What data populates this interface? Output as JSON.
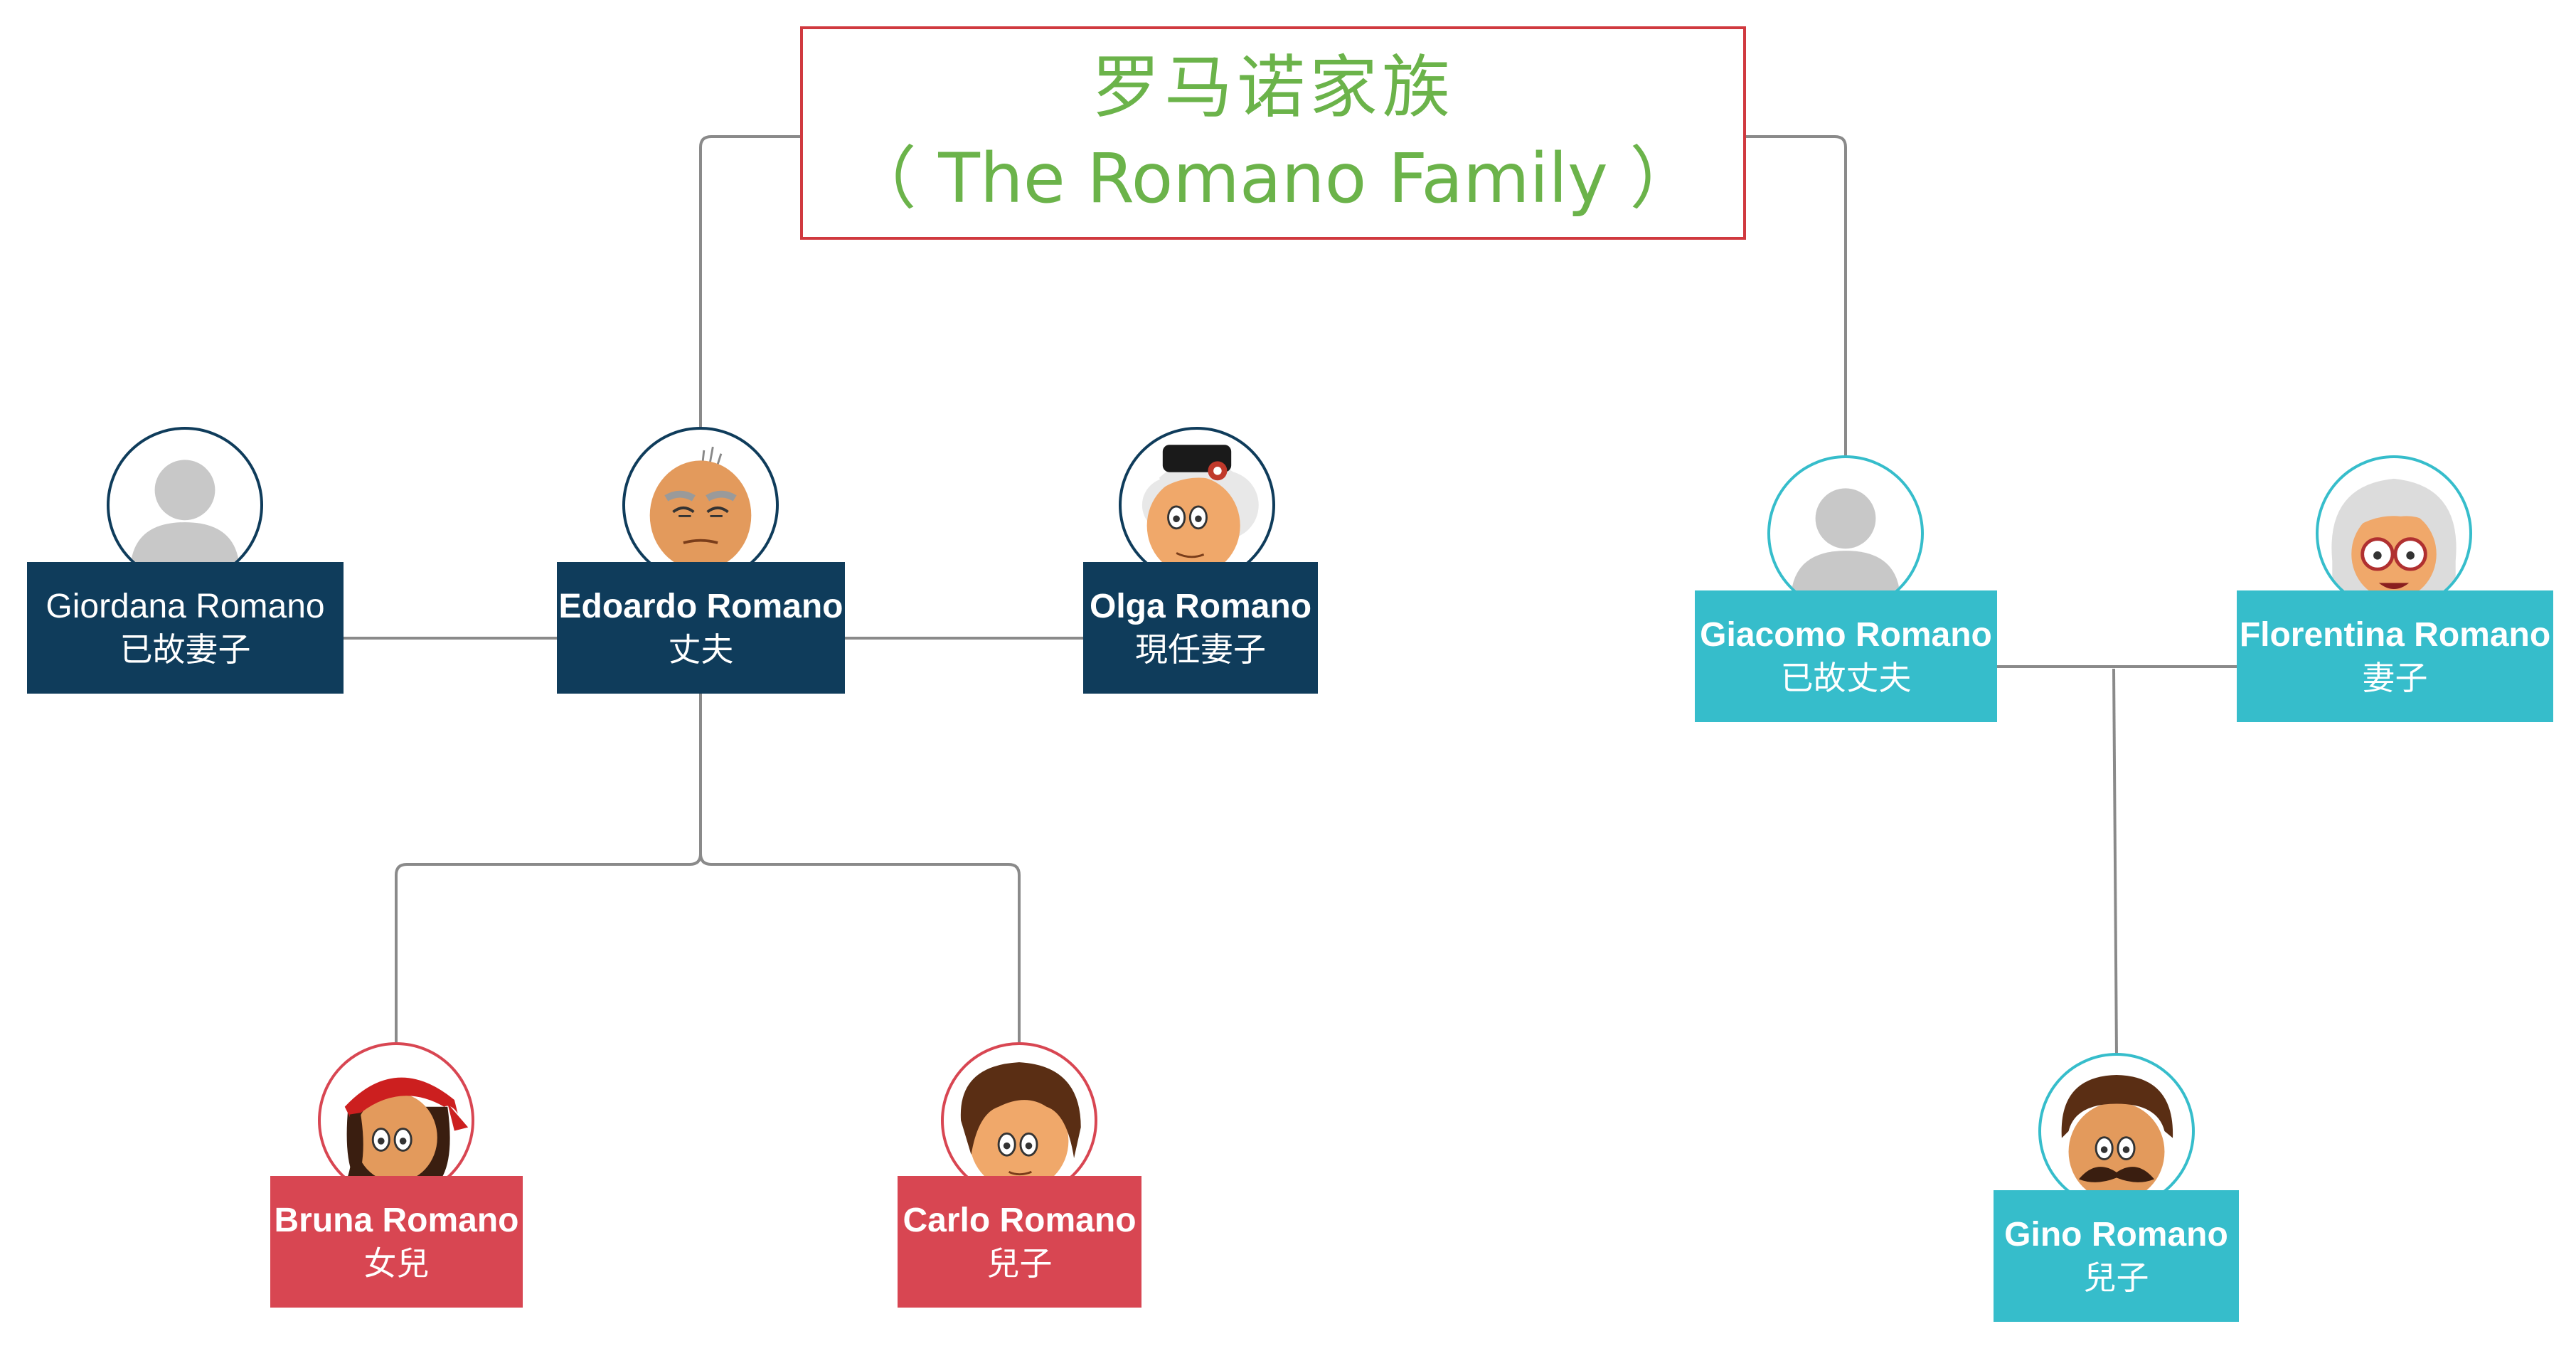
{
  "title": {
    "chinese": "罗马诺家族",
    "english": "（ The Romano Family ）"
  },
  "colors": {
    "title_text": "#6bb34a",
    "title_border": "#d0393f",
    "edoardo_family": "#0f3c5b",
    "giacomo_family": "#36bdcb",
    "children_red": "#d84652",
    "connector": "#8a8a8a"
  },
  "members": {
    "giordana": {
      "name": "Giordana Romano",
      "role": "已故妻子",
      "avatar": "default-person-icon"
    },
    "edoardo": {
      "name": "Edoardo Romano",
      "role": "丈夫",
      "avatar": "bald-old-man-avatar"
    },
    "olga": {
      "name": "Olga Romano",
      "role": "現任妻子",
      "avatar": "grandmother-hat-avatar"
    },
    "bruna": {
      "name": "Bruna Romano",
      "role": "女兒",
      "avatar": "red-bandana-girl-avatar"
    },
    "carlo": {
      "name": "Carlo Romano",
      "role": "兒子",
      "avatar": "brown-hair-boy-avatar"
    },
    "giacomo": {
      "name": "Giacomo Romano",
      "role": "已故丈夫",
      "avatar": "default-person-icon"
    },
    "florentina": {
      "name": "Florentina Romano",
      "role": "妻子",
      "avatar": "white-hair-glasses-avatar"
    },
    "gino": {
      "name": "Gino Romano",
      "role": "兒子",
      "avatar": "mustache-man-avatar"
    }
  }
}
